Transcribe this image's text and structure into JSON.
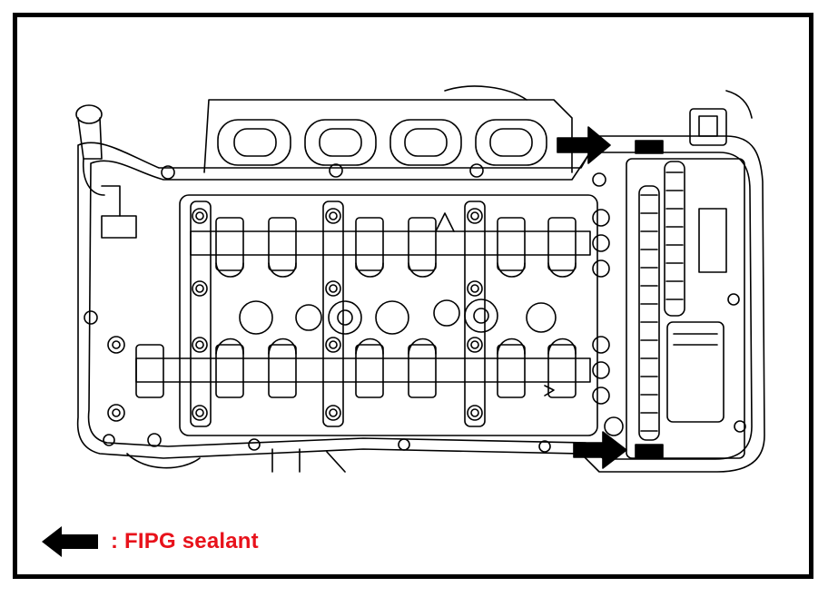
{
  "legend": {
    "text": ": FIPG sealant",
    "symbol": "arrow-left-icon",
    "text_color": "#e8121b"
  },
  "drawing": {
    "subject": "cylinder-head-camshaft-housing-line-drawing",
    "indicator_arrows": 2,
    "line_color": "#000000"
  }
}
